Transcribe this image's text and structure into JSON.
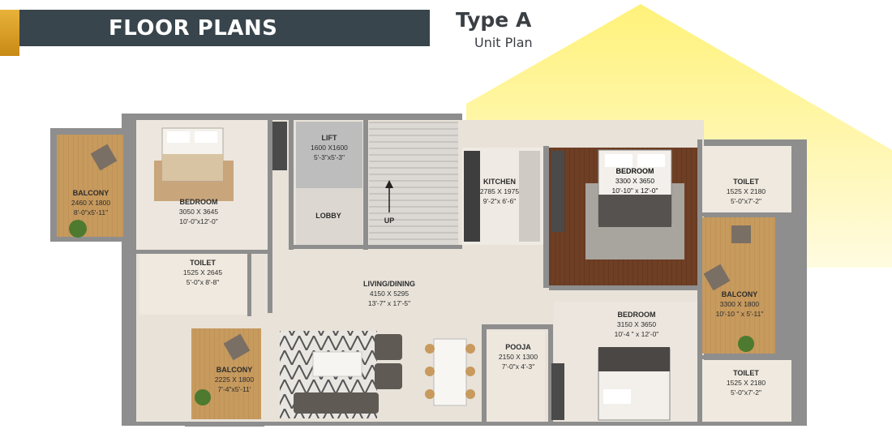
{
  "header": {
    "banner_title": "FLOOR PLANS",
    "type_title": "Type A",
    "type_subtitle": "Unit Plan"
  },
  "colors": {
    "banner_bg": "#39454c",
    "accent_gold": "#d9a12a",
    "glow_yellow": "#fff06a"
  },
  "rooms": {
    "balcony_1": {
      "name": "BALCONY",
      "dim_mm": "2460 X 1800",
      "dim_ft": "8'-0\"x5'-11\""
    },
    "bedroom_1": {
      "name": "BEDROOM",
      "dim_mm": "3050 X 3645",
      "dim_ft": "10'-0\"x12'-0\""
    },
    "lift": {
      "name": "LIFT",
      "dim_mm": "1600 X1600",
      "dim_ft": "5'-3\"x5'-3\""
    },
    "lobby": {
      "name": "LOBBY"
    },
    "up": {
      "name": "UP"
    },
    "kitchen": {
      "name": "KITCHEN",
      "dim_mm": "2785 X 1975",
      "dim_ft": "9'-2\"x 6'-6\""
    },
    "bedroom_2": {
      "name": "BEDROOM",
      "dim_mm": "3300 X 3650",
      "dim_ft": "10'-10\" x 12'-0\""
    },
    "toilet_1": {
      "name": "TOILET",
      "dim_mm": "1525 X 2180",
      "dim_ft": "5'-0\"x7'-2\""
    },
    "toilet_2": {
      "name": "TOILET",
      "dim_mm": "1525 X 2645",
      "dim_ft": "5'-0\"x 8'-8\""
    },
    "living": {
      "name": "LIVING/DINING",
      "dim_mm": "4150 X 5295",
      "dim_ft": "13'-7\" x 17'-5\""
    },
    "balcony_2": {
      "name": "BALCONY",
      "dim_mm": "3300 X 1800",
      "dim_ft": "10'-10 \" x 5'-11\""
    },
    "bedroom_3": {
      "name": "BEDROOM",
      "dim_mm": "3150 X 3650",
      "dim_ft": "10'-4 \" x 12'-0\""
    },
    "balcony_3": {
      "name": "BALCONY",
      "dim_mm": "2225 X 1800",
      "dim_ft": "7'-4\"x5'-11'"
    },
    "pooja": {
      "name": "POOJA",
      "dim_mm": "2150 X 1300",
      "dim_ft": "7'-0\"x 4'-3\""
    },
    "toilet_3": {
      "name": "TOILET",
      "dim_mm": "1525 X 2180",
      "dim_ft": "5'-0\"x7'-2\""
    }
  }
}
